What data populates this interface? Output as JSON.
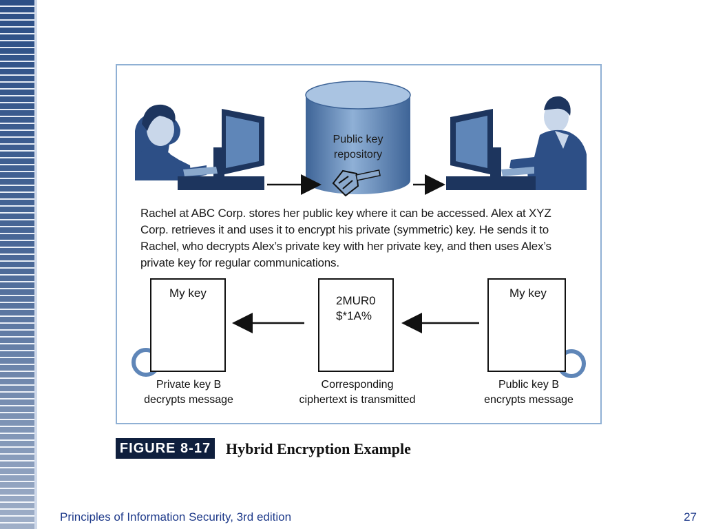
{
  "diagram": {
    "repository_label_line1": "Public key",
    "repository_label_line2": "repository",
    "description_lines": [
      "Rachel at ABC Corp. stores her public key where it can be accessed. Alex at XYZ",
      "Corp. retrieves it and uses it to encrypt his private (symmetric) key. He sends it to",
      "Rachel, who decrypts Alex’s private key with her private key, and then uses Alex’s",
      "private key for regular communications."
    ],
    "left_box": {
      "label": "My key",
      "caption_line1": "Private key B",
      "caption_line2": "decrypts message"
    },
    "middle_box": {
      "cipher_line1": "2MUR0",
      "cipher_line2": "$*1A%",
      "caption_line1": "Corresponding",
      "caption_line2": "ciphertext is transmitted"
    },
    "right_box": {
      "label": "My key",
      "caption_line1": "Public key B",
      "caption_line2": "encrypts message"
    },
    "icons": [
      "person-rachel-icon",
      "computer-monitor-icon",
      "database-cylinder-icon",
      "key-icon",
      "person-alex-icon",
      "arrow-right-icon",
      "arrow-left-icon"
    ]
  },
  "figure": {
    "number": "FIGURE 8-17",
    "title": "Hybrid Encryption Example"
  },
  "footer": {
    "text": "Principles of Information Security, 3rd edition",
    "page": "27"
  },
  "colors": {
    "stripe": "#2c4f86",
    "frame": "#8fb0d4",
    "badge": "#0f1f3d",
    "footer_text": "#1e3a8a",
    "cylinder": "#5f86b8",
    "key_fill": "#8aa8cc"
  }
}
